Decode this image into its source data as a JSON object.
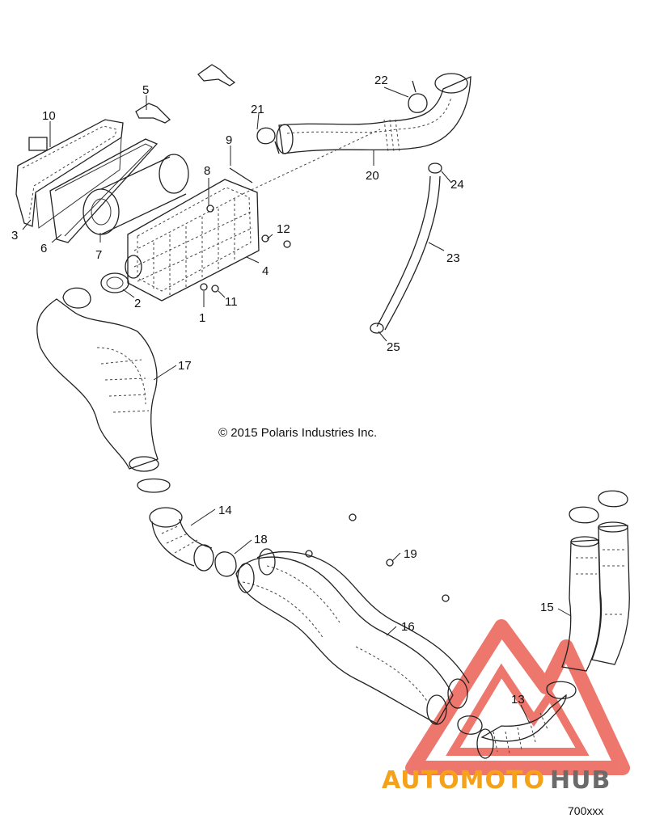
{
  "copyright": "© 2015 Polaris Industries Inc.",
  "reference_code": "700xxx",
  "watermark": {
    "brand_part1": "AUTOMOTO",
    "brand_part2": "HUB",
    "colors": {
      "orange": "#f5a21b",
      "red": "#e23b2f",
      "gray": "#6b6b6b"
    }
  },
  "callouts": [
    "1",
    "2",
    "3",
    "4",
    "5",
    "6",
    "7",
    "8",
    "9",
    "10",
    "11",
    "12",
    "13",
    "14",
    "15",
    "16",
    "17",
    "18",
    "19",
    "20",
    "21",
    "22",
    "23",
    "24",
    "25"
  ]
}
